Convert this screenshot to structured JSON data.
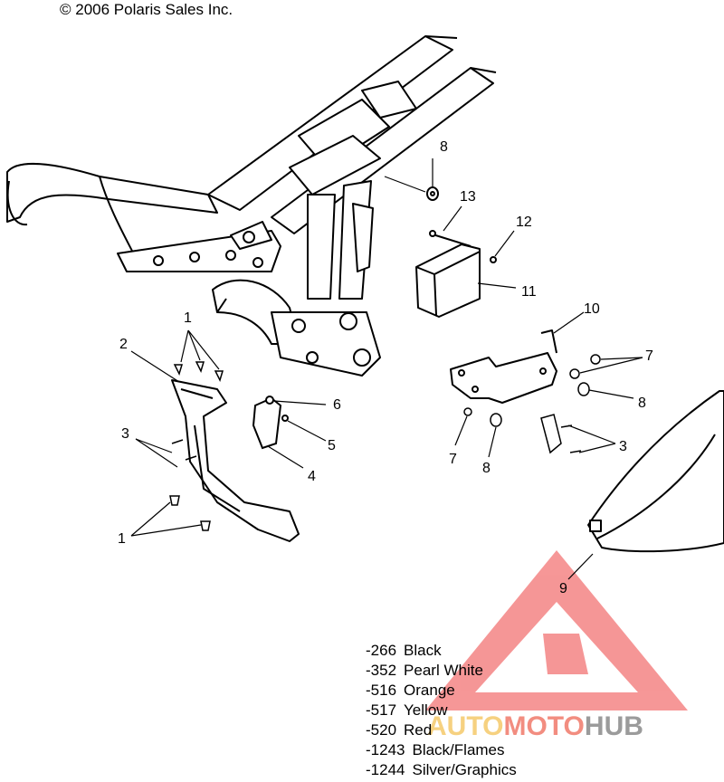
{
  "copyright": "© 2006 Polaris Sales Inc.",
  "callouts": {
    "c1a": "1",
    "c1b": "1",
    "c2": "2",
    "c3a": "3",
    "c3b": "3",
    "c4": "4",
    "c5": "5",
    "c6": "6",
    "c7a": "7",
    "c7b": "7",
    "c8a": "8",
    "c8b": "8",
    "c8c": "8",
    "c9": "9",
    "c10": "10",
    "c11": "11",
    "c12": "12",
    "c13": "13"
  },
  "color_options": [
    {
      "code": "-266",
      "name": "Black"
    },
    {
      "code": "-352",
      "name": "Pearl White"
    },
    {
      "code": "-516",
      "name": "Orange"
    },
    {
      "code": "-517",
      "name": "Yellow"
    },
    {
      "code": "-520",
      "name": "Red"
    },
    {
      "code": "-1243",
      "name": "Black/Flames"
    },
    {
      "code": "-1244",
      "name": "Silver/Graphics"
    }
  ],
  "watermark": {
    "part1": "AUTO",
    "part2": "MOTO",
    "part3": "HUB",
    "colors": {
      "triangle": "#f26b6b",
      "part1": "#f5c96a",
      "part2": "#f07a6a",
      "part3": "#8a8a8a"
    }
  }
}
